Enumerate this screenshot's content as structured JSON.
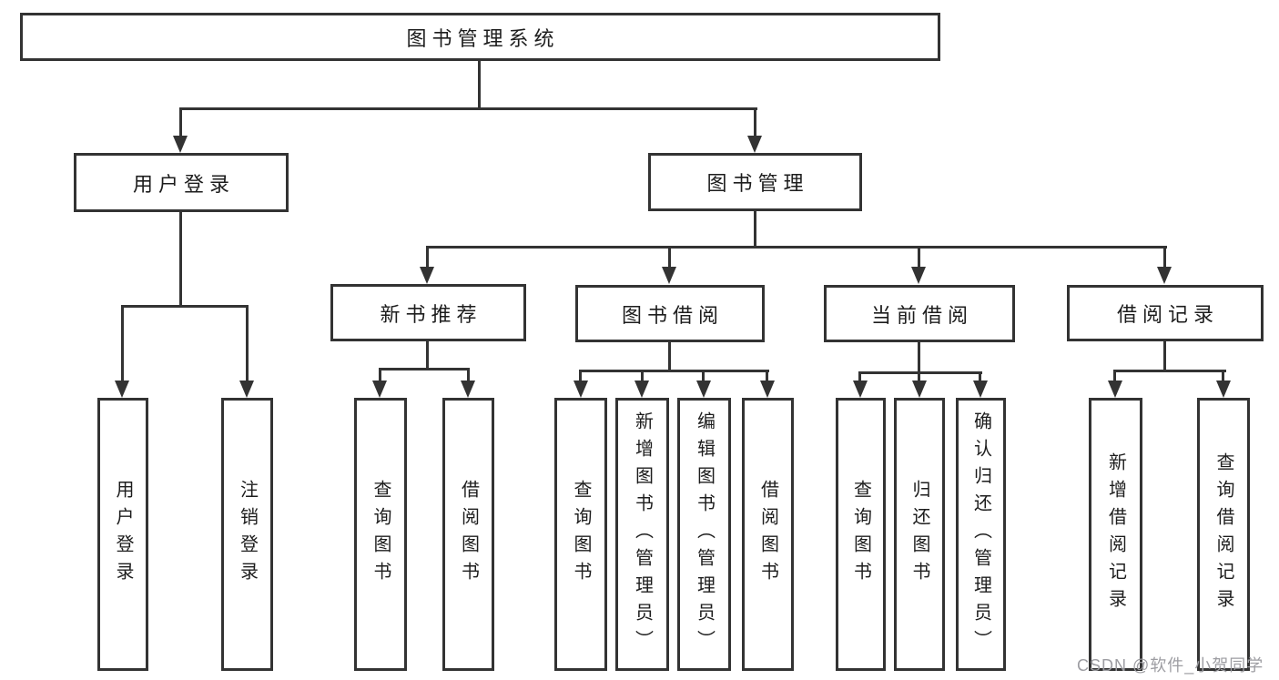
{
  "tree": {
    "label": "图书管理系统",
    "children": [
      {
        "label": "用户登录",
        "children": [
          {
            "label": "用户登录"
          },
          {
            "label": "注销登录"
          }
        ]
      },
      {
        "label": "图书管理",
        "children": [
          {
            "label": "新书推荐",
            "children": [
              {
                "label": "查询图书"
              },
              {
                "label": "借阅图书"
              }
            ]
          },
          {
            "label": "图书借阅",
            "children": [
              {
                "label": "查询图书"
              },
              {
                "label": "新增图书（管理员）"
              },
              {
                "label": "编辑图书（管理员）"
              },
              {
                "label": "借阅图书"
              }
            ]
          },
          {
            "label": "当前借阅",
            "children": [
              {
                "label": "查询图书"
              },
              {
                "label": "归还图书"
              },
              {
                "label": "确认归还（管理员）"
              }
            ]
          },
          {
            "label": "借阅记录",
            "children": [
              {
                "label": "新增借阅记录"
              },
              {
                "label": "查询借阅记录"
              }
            ]
          }
        ]
      }
    ]
  },
  "watermark": "CSDN @软件_小贺同学",
  "colors": {
    "line": "#333333",
    "text": "#1d1d1d",
    "background": "#ffffff",
    "watermark": "#9d9da2"
  }
}
